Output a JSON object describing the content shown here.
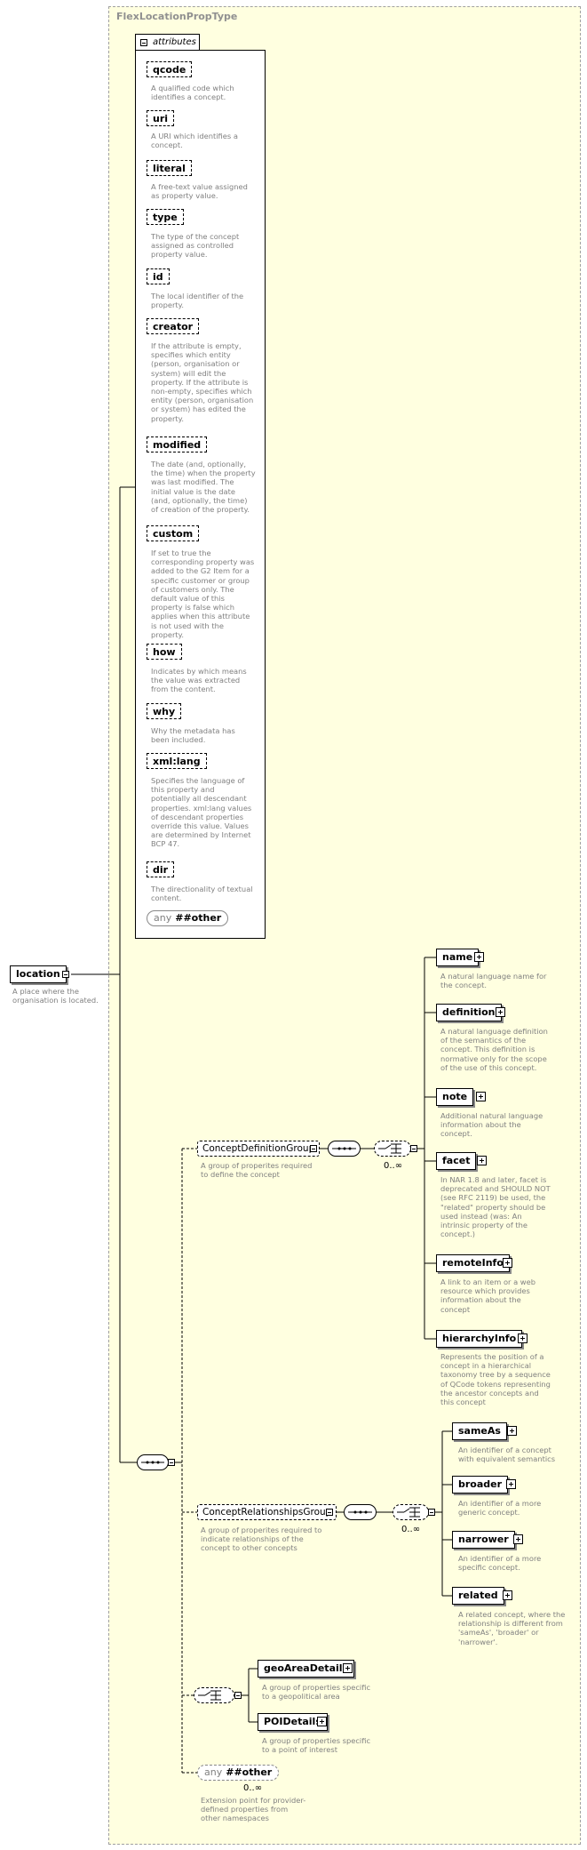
{
  "type_name": "FlexLocationPropType",
  "attributes_label": "attributes",
  "attributes": [
    {
      "name": "qcode",
      "desc": "A qualified code which identifies a concept."
    },
    {
      "name": "uri",
      "desc": "A URI which identifies a concept."
    },
    {
      "name": "literal",
      "desc": "A free-text value assigned as property value."
    },
    {
      "name": "type",
      "desc": "The type of the concept assigned as controlled property value."
    },
    {
      "name": "id",
      "desc": "The local identifier of the property."
    },
    {
      "name": "creator",
      "desc": "If the attribute is empty, specifies which entity (person, organisation or system) will edit the property. If the attribute is non-empty, specifies which entity (person, organisation or system) has edited the property."
    },
    {
      "name": "modified",
      "desc": "The date (and, optionally, the time) when the property was last modified. The initial value is the date (and, optionally, the time) of creation of the property."
    },
    {
      "name": "custom",
      "desc": "If set to true the corresponding property was added to the G2 Item for a specific customer or group of customers only. The default value of this property is false which applies when this attribute is not used with the property."
    },
    {
      "name": "how",
      "desc": "Indicates by which means the value was extracted from the content."
    },
    {
      "name": "why",
      "desc": "Why the metadata has been included."
    },
    {
      "name": "xml:lang",
      "desc": "Specifies the language of this property and potentially all descendant properties. xml:lang values of descendant properties override this value. Values are determined by Internet BCP 47."
    },
    {
      "name": "dir",
      "desc": "The directionality of textual content."
    }
  ],
  "any_attr": {
    "any": "any",
    "name": "##other"
  },
  "root": {
    "name": "location",
    "desc": "A place where the organisation is located."
  },
  "groups": {
    "concept_definition": {
      "name": "ConceptDefinitionGroup",
      "desc": "A group of properites required to define the concept",
      "card": "0..∞"
    },
    "concept_relationships": {
      "name": "ConceptRelationshipsGroup",
      "desc": "A group of properites required to indicate relationships of the concept to other concepts",
      "card": "0..∞"
    }
  },
  "definition_elements": [
    {
      "name": "name",
      "desc": "A natural language name for the concept."
    },
    {
      "name": "definition",
      "desc": "A natural language definition of the semantics of the concept. This definition is normative only for the scope of the use of this concept."
    },
    {
      "name": "note",
      "desc": "Additional natural language information about the concept."
    },
    {
      "name": "facet",
      "desc": "In NAR 1.8 and later, facet is deprecated and SHOULD NOT (see RFC 2119) be used, the \"related\" property should be used instead (was: An intrinsic property of the concept.)"
    },
    {
      "name": "remoteInfo",
      "desc": "A link to an item or a web resource which provides information about the concept"
    },
    {
      "name": "hierarchyInfo",
      "desc": "Represents the position of a concept in a hierarchical taxonomy tree by a sequence of QCode tokens representing the ancestor concepts and this concept"
    }
  ],
  "relationship_elements": [
    {
      "name": "sameAs",
      "desc": "An identifier of a concept with equivalent semantics"
    },
    {
      "name": "broader",
      "desc": "An identifier of a more generic concept."
    },
    {
      "name": "narrower",
      "desc": "An identifier of a more specific concept."
    },
    {
      "name": "related",
      "desc": "A related concept, where the relationship is different from 'sameAs', 'broader' or 'narrower'."
    }
  ],
  "choice_elements": [
    {
      "name": "geoAreaDetails",
      "desc": "A group of properties specific to a geopolitical area"
    },
    {
      "name": "POIDetails",
      "desc": "A group of properties specific to a point of interest"
    }
  ],
  "any_element": {
    "any": "any",
    "name": "##other",
    "card": "0..∞",
    "desc": "Extension point for provider-defined properties from other namespaces"
  }
}
